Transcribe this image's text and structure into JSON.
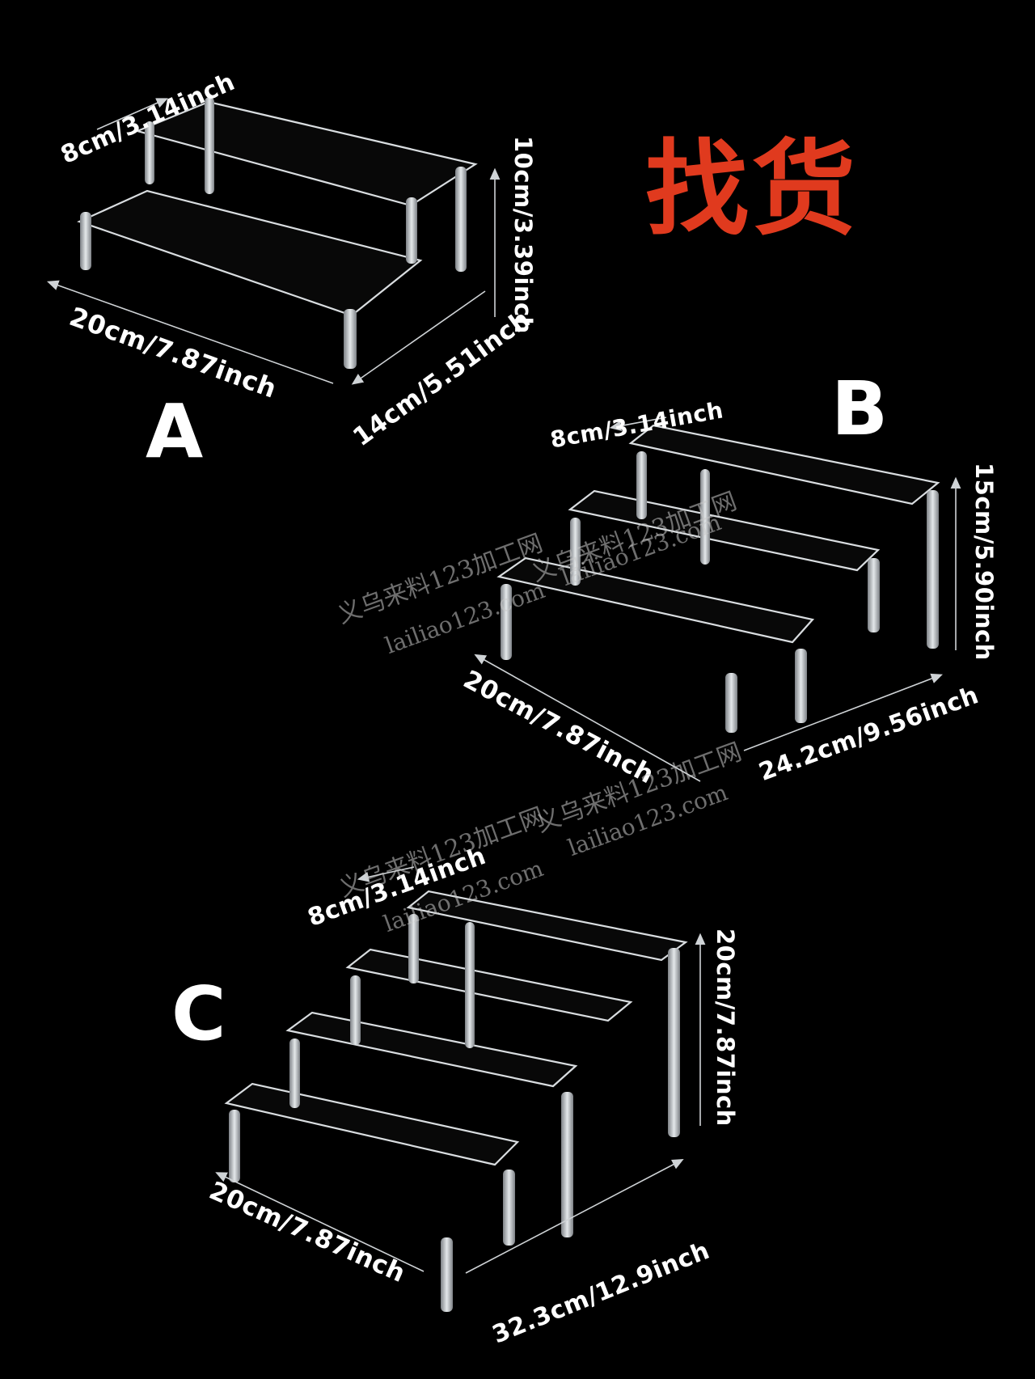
{
  "title": "找货",
  "colors": {
    "title": "#e03a1e",
    "background": "#000000"
  },
  "products": [
    {
      "id": "A",
      "tiers": 2,
      "depth": "8cm/3.14inch",
      "height": "10cm/3.39inch",
      "width": "20cm/7.87inch",
      "total_depth": "14cm/5.51inch"
    },
    {
      "id": "B",
      "tiers": 3,
      "depth": "8cm/3.14inch",
      "height": "15cm/5.90inch",
      "width": "20cm/7.87inch",
      "total_depth": "24.2cm/9.56inch"
    },
    {
      "id": "C",
      "tiers": 4,
      "depth": "8cm/3.14inch",
      "height": "20cm/7.87inch",
      "width": "20cm/7.87inch",
      "total_depth": "32.3cm/12.9inch"
    }
  ],
  "watermark": {
    "line1": "义乌来料123加工网",
    "line2": "lailiao123.com"
  }
}
